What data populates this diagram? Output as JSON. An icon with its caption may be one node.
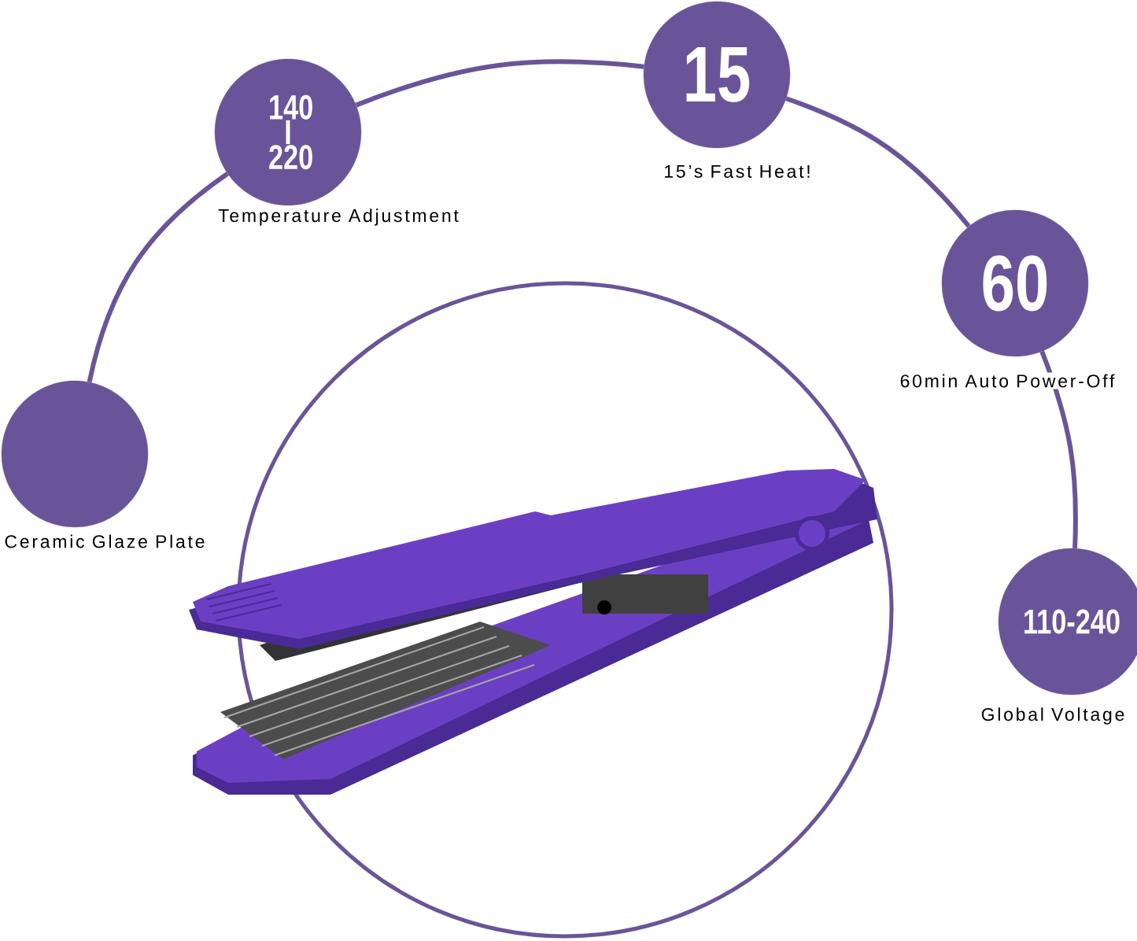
{
  "diagram": {
    "nodes": [
      {
        "text": [],
        "shape": "circle",
        "beside": [
          "Ceramic Glaze Plate"
        ]
      },
      {
        "text": [
          "140 I 220"
        ],
        "beside": [
          "Temperature Adjustment"
        ]
      },
      {
        "text": [
          "15"
        ],
        "beside": [
          "15’s Fast Heat!"
        ]
      },
      {
        "text": [
          "60"
        ],
        "beside": [
          "60min Auto Power-Off"
        ]
      },
      {
        "text": [
          "110-240"
        ],
        "beside": [
          "Global Voltage"
        ]
      }
    ],
    "edges": [
      {
        "from": 0,
        "to": 1,
        "arrow": "none"
      },
      {
        "from": 1,
        "to": 2,
        "arrow": "none"
      },
      {
        "from": 2,
        "to": 3,
        "arrow": "none"
      },
      {
        "from": 3,
        "to": 4,
        "arrow": "none"
      }
    ]
  }
}
